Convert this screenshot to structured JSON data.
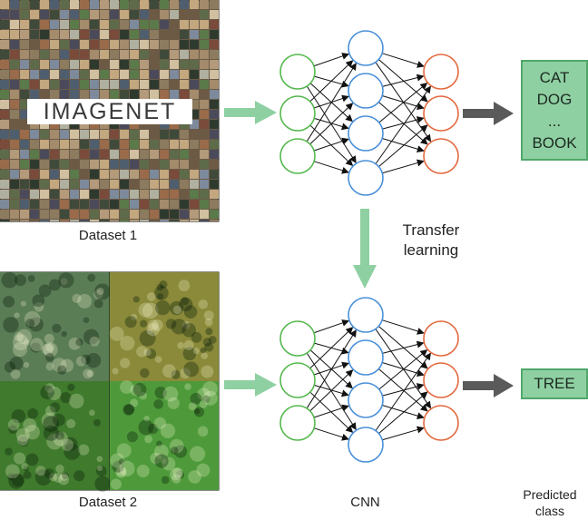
{
  "dataset1": {
    "caption": "Dataset 1",
    "logo_text": "IMAGENET",
    "logo_colors": [
      "#e07a33",
      "#3a3a3a",
      "#6bb36a"
    ]
  },
  "dataset2": {
    "caption": "Dataset 2",
    "tile_colors": [
      "#5b7d56",
      "#8a8a3a",
      "#3f7a2d",
      "#4e9a3a"
    ]
  },
  "transfer": {
    "line1": "Transfer",
    "line2": "learning"
  },
  "network_label": "CNN",
  "predicted_label": {
    "line1": "Predicted",
    "line2": "class"
  },
  "outputs_top": [
    "CAT",
    "DOG",
    "...",
    "BOOK"
  ],
  "outputs_bottom": [
    "TREE"
  ],
  "colors": {
    "input_node": "#55b84e",
    "hidden_node": "#4a90d9",
    "output_node": "#e3693f",
    "flow_arrow": "#8fd0a3",
    "result_arrow": "#5a5a5a",
    "output_box_fill": "#8fd0a3",
    "output_box_border": "#4fa86a"
  },
  "network_layers": {
    "input_nodes": 3,
    "hidden_nodes": 4,
    "output_nodes": 3
  }
}
